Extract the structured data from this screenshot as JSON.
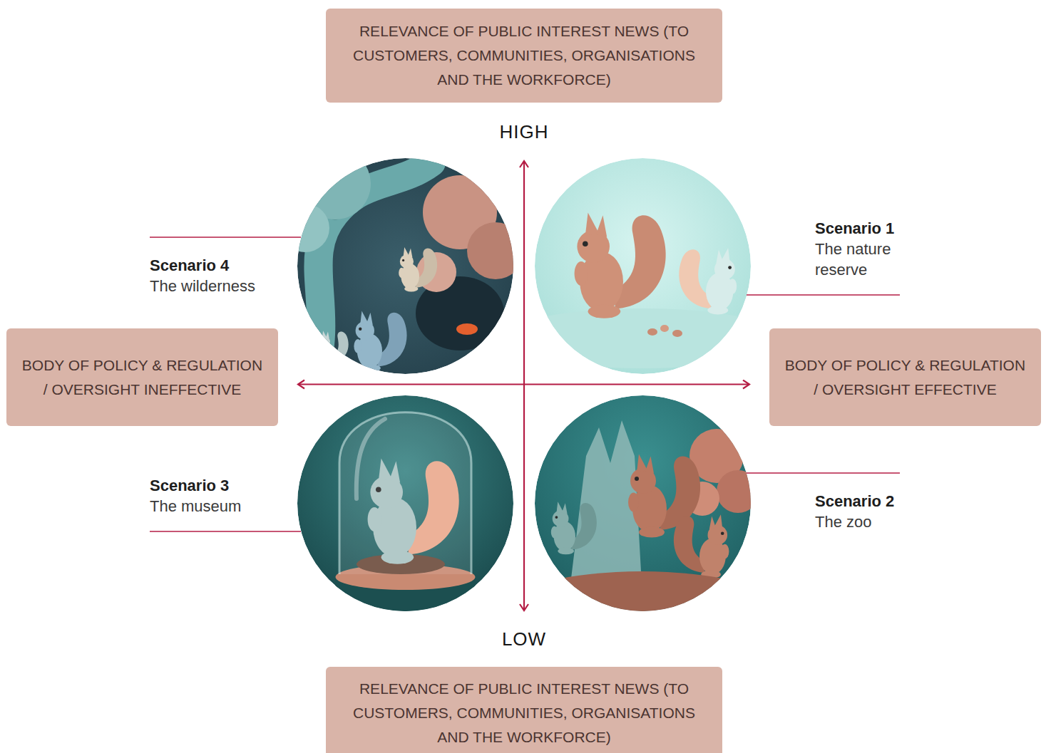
{
  "diagram": {
    "nodes": [
      {
        "text": [
          "RELEVANCE OF PUBLIC INTEREST NEWS (TO CUSTOMERS, COMMUNITIES, ORGANISATIONS AND THE WORKFORCE)"
        ]
      },
      {
        "text": [
          "Scenario 4",
          "The wilderness"
        ]
      },
      {
        "text": [
          "Scenario 1",
          "The nature reserve"
        ]
      },
      {
        "text": [
          "BODY OF POLICY & REGULATION / OVERSIGHT INEFFECTIVE"
        ]
      },
      {
        "text": [
          "BODY OF POLICY & REGULATION / OVERSIGHT EFFECTIVE"
        ]
      },
      {
        "text": [
          "Scenario 3",
          "The museum"
        ]
      },
      {
        "text": [
          "Scenario 2",
          "The zoo"
        ]
      },
      {
        "text": [
          "RELEVANCE OF PUBLIC INTEREST NEWS (TO CUSTOMERS, COMMUNITIES, ORGANISATIONS AND THE WORKFORCE)"
        ]
      }
    ],
    "edges": [
      {
        "from": 3,
        "to": 4,
        "arrow": "both"
      }
    ],
    "labels": [
      "HIGH",
      "LOW"
    ]
  }
}
